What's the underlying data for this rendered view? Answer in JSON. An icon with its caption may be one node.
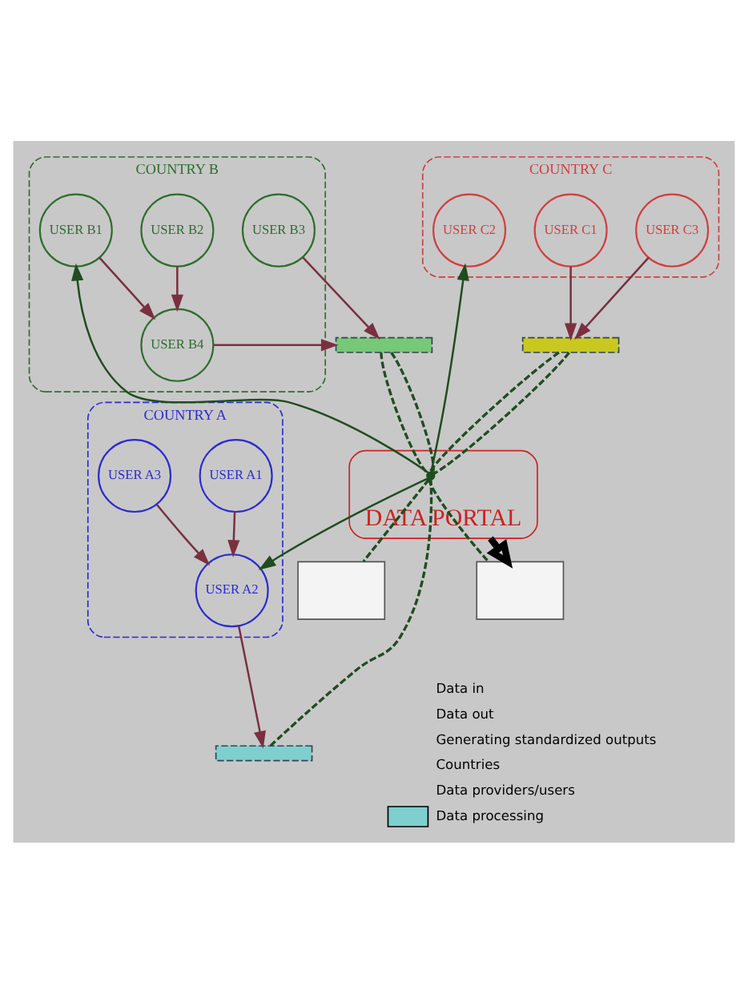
{
  "diagram": {
    "nodes": [
      {
        "text": [
          "COUNTRY A"
        ]
      },
      {
        "text": [
          "USER A1"
        ],
        "in": 0
      },
      {
        "text": [
          "USER A2"
        ],
        "in": 0
      },
      {
        "text": [
          "USER A3"
        ],
        "in": 0
      },
      {
        "text": [
          "COUNTRY B"
        ]
      },
      {
        "text": [
          "USER B1"
        ],
        "in": 4
      },
      {
        "text": [
          "USER B2"
        ],
        "in": 4
      },
      {
        "text": [
          "USER B3"
        ],
        "in": 4
      },
      {
        "text": [
          "USER B4"
        ],
        "in": 4
      },
      {
        "text": [
          "COUNTRY C"
        ]
      },
      {
        "text": [
          "USER C1"
        ],
        "in": 9
      },
      {
        "text": [
          "USER C2"
        ],
        "in": 9
      },
      {
        "text": [
          "USER C3"
        ],
        "in": 9
      },
      {
        "text": [
          "DATA PORTAL"
        ]
      },
      {
        "text": [],
        "shape": "bar"
      },
      {
        "text": [],
        "shape": "bar"
      },
      {
        "text": [],
        "shape": "bar"
      },
      {
        "text": [],
        "shape": "point",
        "in": 13
      },
      {
        "text": [],
        "shape": "box"
      },
      {
        "text": [],
        "shape": "box"
      }
    ],
    "edges": [
      {
        "from": 1,
        "to": 2,
        "arrow": "to",
        "color": "#7a3040"
      },
      {
        "from": 3,
        "to": 2,
        "arrow": "to",
        "color": "#7a3040"
      },
      {
        "from": 2,
        "to": 14,
        "arrow": "to",
        "color": "#7a3040"
      },
      {
        "from": 6,
        "to": 8,
        "arrow": "to",
        "color": "#7a3040"
      },
      {
        "from": 5,
        "to": 8,
        "arrow": "to",
        "color": "#7a3040"
      },
      {
        "from": 8,
        "to": 15,
        "arrow": "to",
        "color": "#7a3040"
      },
      {
        "from": 7,
        "to": 15,
        "arrow": "to",
        "color": "#7a3040"
      },
      {
        "from": 10,
        "to": 16,
        "arrow": "to",
        "color": "#7a3040"
      },
      {
        "from": 12,
        "to": 16,
        "arrow": "to",
        "color": "#7a3040"
      },
      {
        "from": 17,
        "to": 2,
        "arrow": "to",
        "color": "#1f4d1f"
      },
      {
        "from": 17,
        "to": 5,
        "arrow": "to",
        "color": "#1f4d1f"
      },
      {
        "from": 17,
        "to": 11,
        "arrow": "to",
        "color": "#1f4d1f"
      },
      {
        "from": 14,
        "to": 17,
        "arrow": "none",
        "style": "dashed",
        "color": "#1f4d1f"
      },
      {
        "from": 15,
        "to": 17,
        "arrow": "none",
        "style": "dashed",
        "color": "#1f4d1f"
      },
      {
        "from": 15,
        "to": 17,
        "arrow": "none",
        "style": "dashed",
        "color": "#1f4d1f"
      },
      {
        "from": 16,
        "to": 17,
        "arrow": "none",
        "style": "dashed",
        "color": "#1f4d1f"
      },
      {
        "from": 16,
        "to": 17,
        "arrow": "none",
        "style": "dashed",
        "color": "#1f4d1f"
      },
      {
        "from": 17,
        "to": 18,
        "arrow": "none",
        "style": "dashed",
        "color": "#1f4d1f"
      },
      {
        "from": 17,
        "to": 19,
        "arrow": "none",
        "style": "dashed",
        "color": "#1f4d1f"
      },
      {
        "from": 13,
        "to": 19,
        "arrow": "to",
        "style": "thick",
        "color": "#000000"
      }
    ],
    "legend": [
      {
        "text": "Data in"
      },
      {
        "text": "Data out"
      },
      {
        "text": "Generating standardized outputs"
      },
      {
        "text": "Countries"
      },
      {
        "text": "Data providers/users"
      },
      {
        "text": "Data processing",
        "color": "#7fcfcf"
      }
    ]
  }
}
